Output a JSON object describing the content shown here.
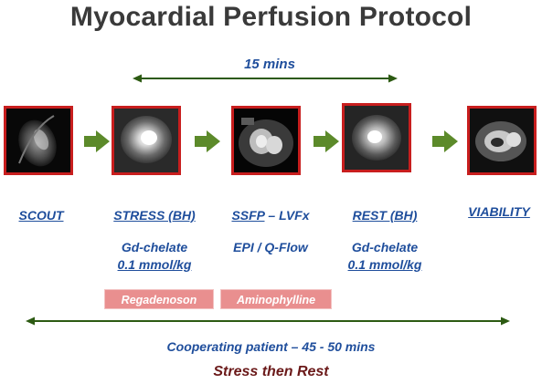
{
  "title": "Myocardial Perfusion Protocol",
  "top_duration": "15 mins",
  "steps": [
    {
      "label": "SCOUT",
      "image": "scout-mri-image"
    },
    {
      "label": "STRESS (BH)",
      "image": "stress-perfusion-mri-image",
      "detail_line1": "Gd-chelate",
      "detail_line2": "0.1 mmol/kg"
    },
    {
      "label_part1": "SSFP",
      "label_part2": " – LVFx",
      "image": "ssfp-cine-mri-image",
      "detail_line1": "EPI / Q-Flow"
    },
    {
      "label": "REST (BH)",
      "image": "rest-perfusion-mri-image",
      "detail_line1": "Gd-chelate",
      "detail_line2": "0.1 mmol/kg"
    },
    {
      "label": "VIABILITY",
      "image": "viability-mri-image"
    }
  ],
  "drugs": [
    {
      "label": "Regadenoson",
      "color": "#e98f8f"
    },
    {
      "label": "Aminophylline",
      "color": "#e98f8f"
    }
  ],
  "total_duration": "Cooperating patient – 45 - 50 mins",
  "sequence_note": "Stress then Rest",
  "colors": {
    "title": "#3a3a3a",
    "text_blue": "#1f4e9c",
    "timeline_green": "#2c5a12",
    "flow_arrow_green": "#5c8a2a",
    "frame_red": "#c81e1e",
    "sequence_text": "#6b1a1a"
  }
}
